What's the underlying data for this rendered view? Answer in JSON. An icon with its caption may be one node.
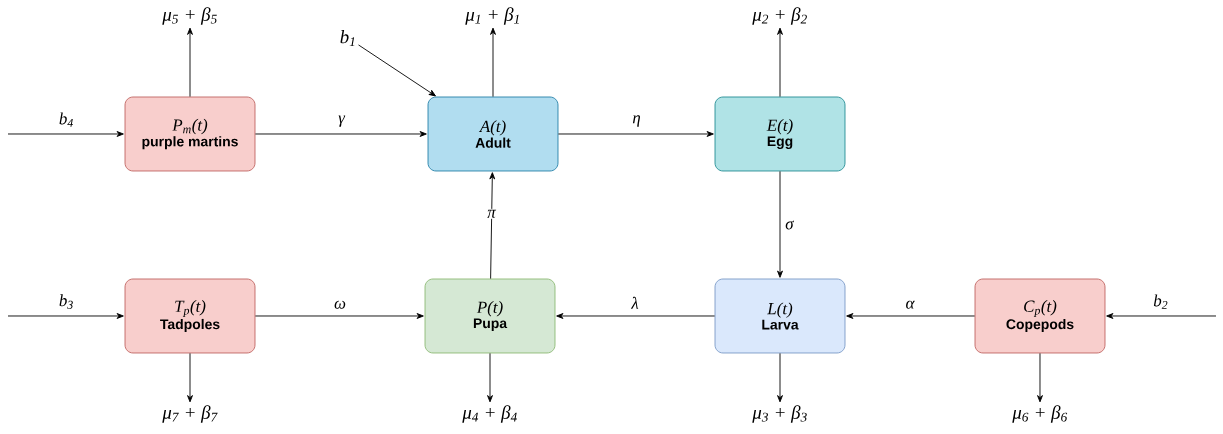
{
  "diagram": {
    "nodes": [
      {
        "text": [
          "P$_{m}$(t)",
          "purple martins"
        ]
      },
      {
        "text": [
          "A(t)",
          "Adult"
        ]
      },
      {
        "text": [
          "E(t)",
          "Egg"
        ]
      },
      {
        "text": [
          "T$_{p}$(t)",
          "Tadpoles"
        ]
      },
      {
        "text": [
          "P(t)",
          "Pupa"
        ]
      },
      {
        "text": [
          "L(t)",
          "Larva"
        ]
      },
      {
        "text": [
          "C$_{p}$(t)",
          "Copepods"
        ]
      },
      {
        "text": [
          "μ$_{5}$ + β$_{5}$"
        ]
      },
      {
        "text": [
          "μ$_{1}$ + β$_{1}$"
        ]
      },
      {
        "text": [
          "μ$_{2}$ + β$_{2}$"
        ]
      },
      {
        "text": [
          "b$_{1}$"
        ]
      },
      {
        "text": [
          "μ$_{7}$ + β$_{7}$"
        ]
      },
      {
        "text": [
          "μ$_{4}$ + β$_{4}$"
        ]
      },
      {
        "text": [
          "μ$_{3}$ + β$_{3}$"
        ]
      },
      {
        "text": [
          "μ$_{6}$ + β$_{6}$"
        ]
      }
    ],
    "edges": [
      {
        "from": null,
        "to": 0,
        "arrow": "to",
        "label": "b$_{4}$"
      },
      {
        "from": 0,
        "to": 1,
        "arrow": "to",
        "label": "γ"
      },
      {
        "from": 1,
        "to": 2,
        "arrow": "to",
        "label": "η"
      },
      {
        "from": 2,
        "to": 5,
        "arrow": "to",
        "label": "σ"
      },
      {
        "from": 5,
        "to": 4,
        "arrow": "to",
        "label": "λ"
      },
      {
        "from": 6,
        "to": 5,
        "arrow": "to",
        "label": "α"
      },
      {
        "from": null,
        "to": 6,
        "arrow": "to",
        "label": "b$_{2}$"
      },
      {
        "from": null,
        "to": 3,
        "arrow": "to",
        "label": "b$_{3}$"
      },
      {
        "from": 3,
        "to": 4,
        "arrow": "to",
        "label": "ω"
      },
      {
        "from": 4,
        "to": 1,
        "arrow": "to",
        "label": "π"
      },
      {
        "from": 10,
        "to": 1,
        "arrow": "to"
      },
      {
        "from": 0,
        "to": 7,
        "arrow": "to"
      },
      {
        "from": 1,
        "to": 8,
        "arrow": "to"
      },
      {
        "from": 2,
        "to": 9,
        "arrow": "to"
      },
      {
        "from": 3,
        "to": 11,
        "arrow": "to"
      },
      {
        "from": 4,
        "to": 12,
        "arrow": "to"
      },
      {
        "from": 5,
        "to": 13,
        "arrow": "to"
      },
      {
        "from": 6,
        "to": 14,
        "arrow": "to"
      }
    ]
  }
}
